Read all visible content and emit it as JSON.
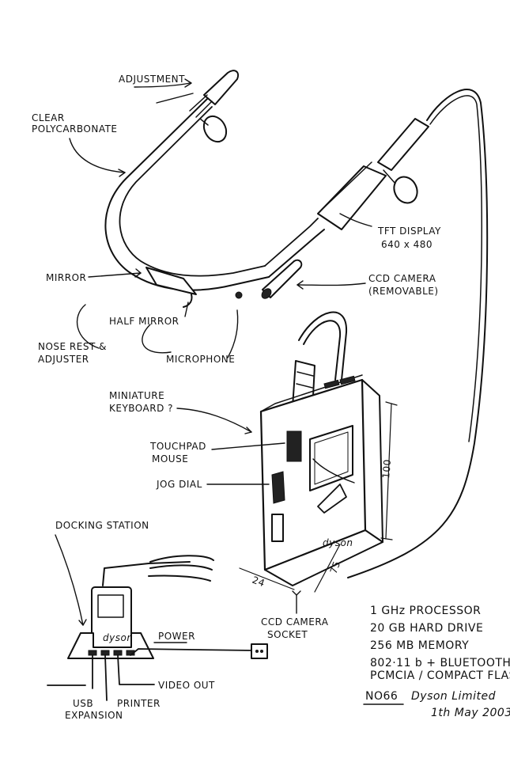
{
  "labels": {
    "adjustment": "ADJUSTMENT",
    "clear_1": "CLEAR",
    "clear_2": "POLYCARBONATE",
    "tft_1": "TFT DISPLAY",
    "tft_2": "640 x 480",
    "mirror": "MIRROR",
    "ccd_1": "CCD CAMERA",
    "ccd_2": "(REMOVABLE)",
    "half_mirror": "HALF MIRROR",
    "nose_1": "NOSE REST &",
    "nose_2": "ADJUSTER",
    "microphone": "MICROPHONE",
    "mini_kb_1": "MINIATURE",
    "mini_kb_2": "KEYBOARD ?",
    "touchpad_1": "TOUCHPAD",
    "touchpad_2": "MOUSE",
    "jog_dial": "JOG DIAL",
    "docking_station": "DOCKING STATION",
    "dim_100": "100",
    "dim_24": "24",
    "dim_75": "75",
    "ccd_socket_1": "CCD CAMERA",
    "ccd_socket_2": "SOCKET",
    "power": "POWER",
    "video_out": "VIDEO OUT",
    "printer": "PRINTER",
    "usb_1": "USB",
    "usb_2": "EXPANSION",
    "brand_device": "dyson",
    "brand_dock": "dyson"
  },
  "specs": [
    "1 GHz PROCESSOR",
    "20 GB HARD DRIVE",
    "256 MB MEMORY",
    "802·11 b + BLUETOOTH",
    "PCMCIA / COMPACT FLASH"
  ],
  "footer": {
    "ref": "NO66",
    "company": "Dyson Limited",
    "date": "1th May 2003"
  }
}
